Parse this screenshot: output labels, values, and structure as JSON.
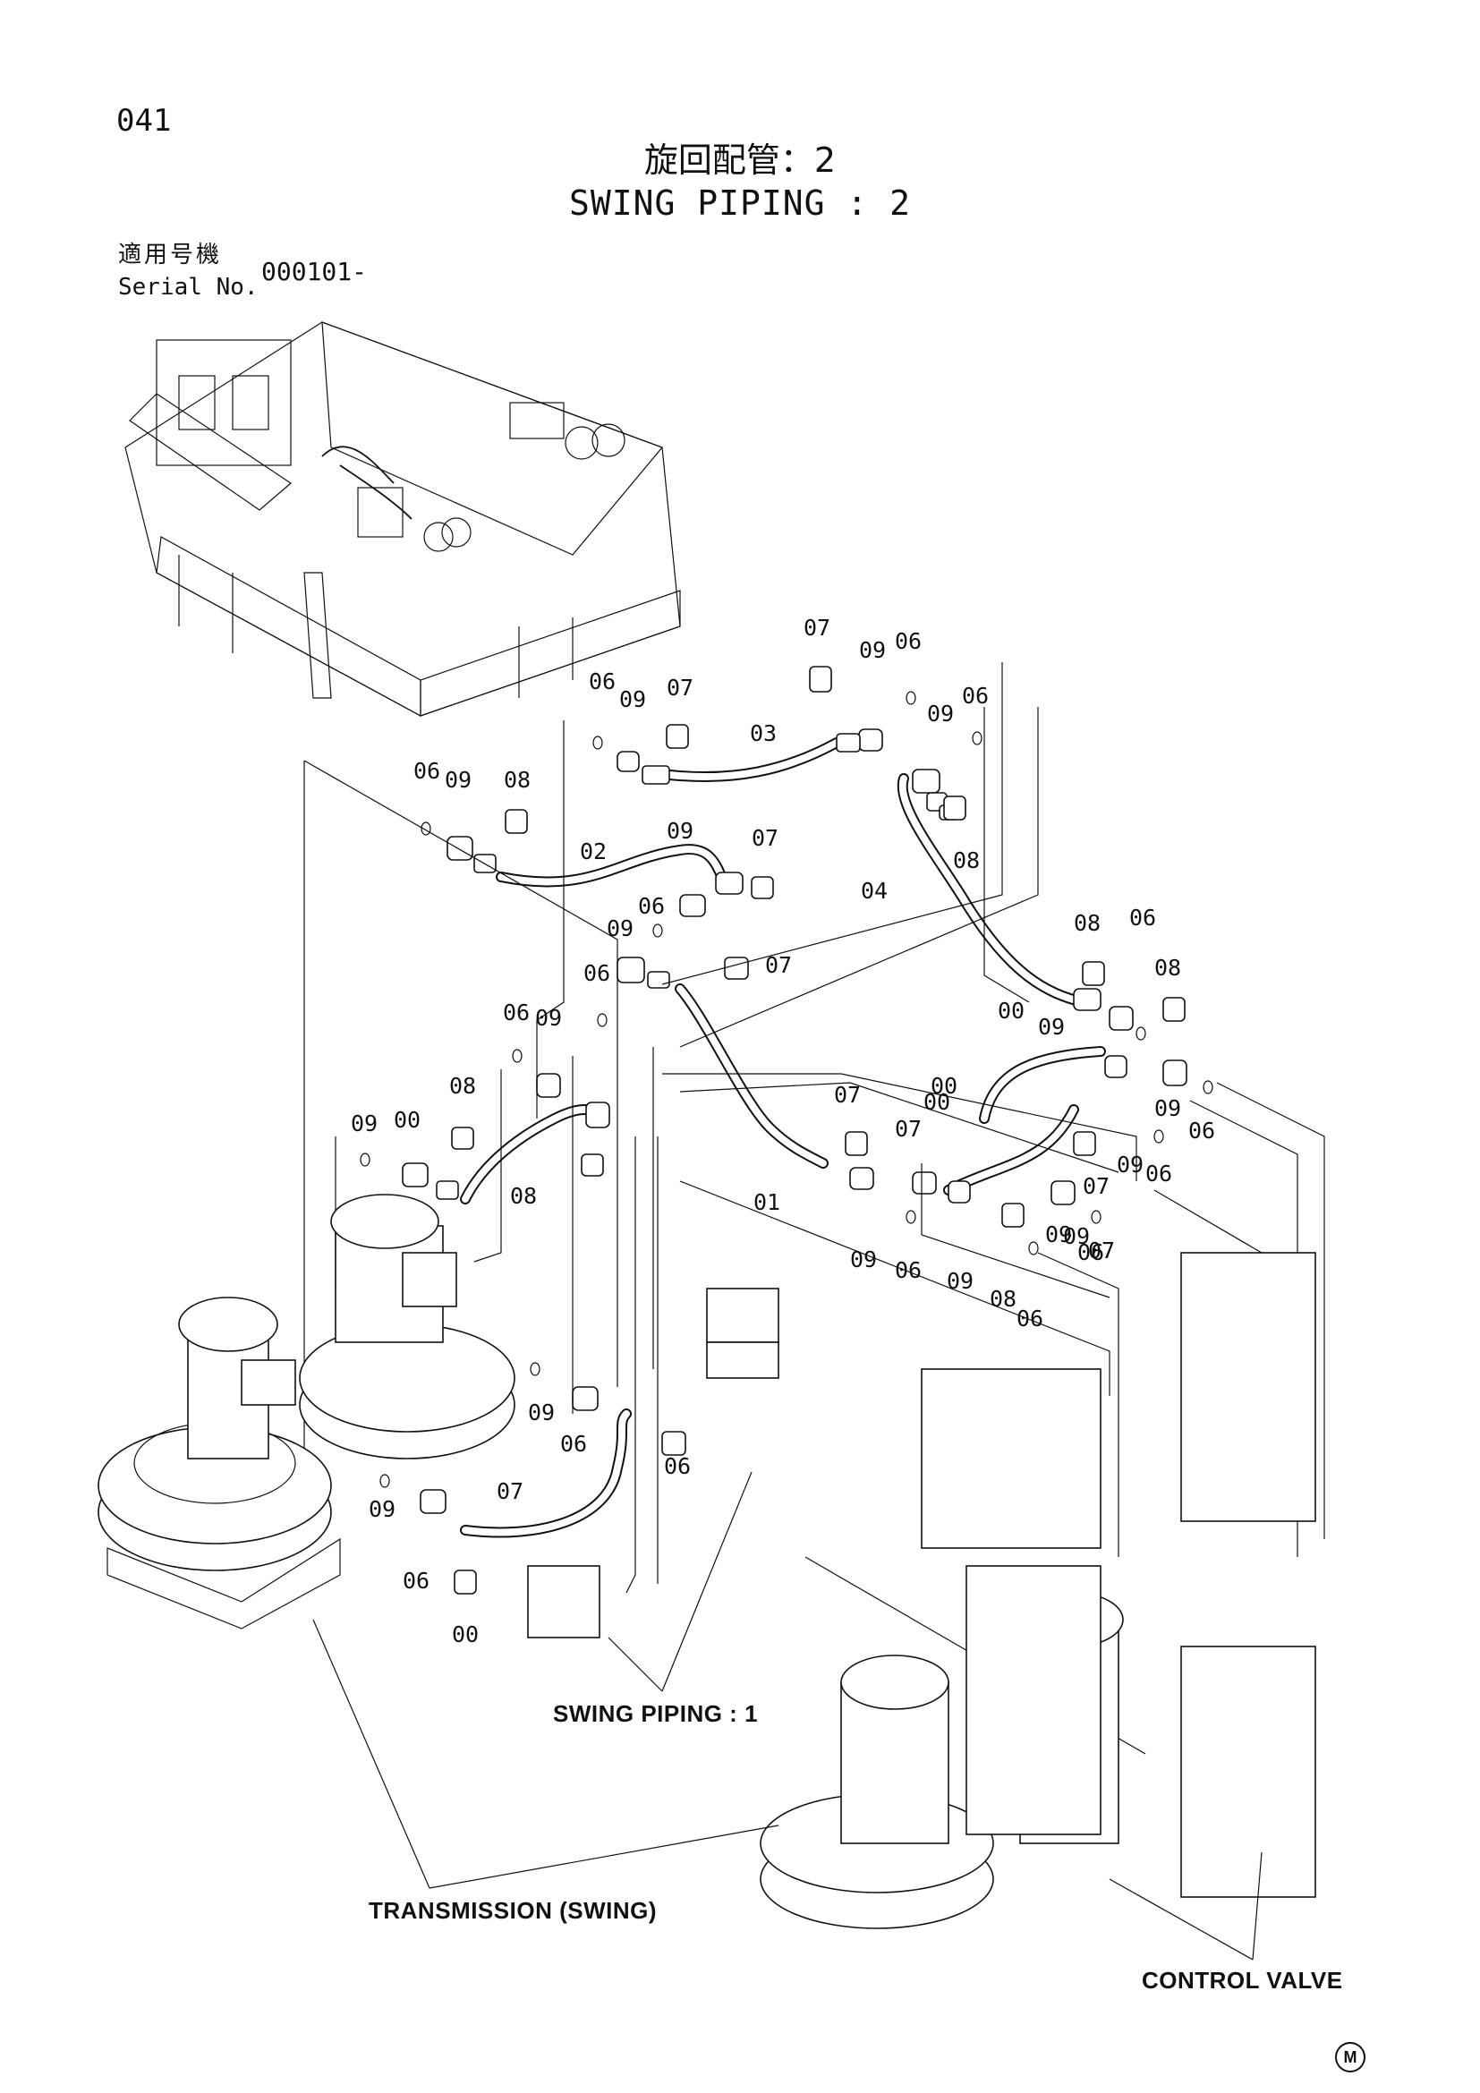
{
  "page_number": "041",
  "title_jp": "旋回配管：2",
  "title_en": "SWING PIPING : 2",
  "serial": {
    "label_jp": "適用号機",
    "label_en": "Serial No.",
    "value": "000101-"
  },
  "group_labels": {
    "swing_piping_1": "SWING PIPING : 1",
    "transmission": "TRANSMISSION (SWING)",
    "control_valve": "CONTROL VALVE"
  },
  "maker_mark": "M",
  "callouts": [
    "07",
    "09",
    "06",
    "06",
    "09",
    "07",
    "03",
    "09",
    "06",
    "06",
    "09",
    "08",
    "08",
    "02",
    "09",
    "07",
    "04",
    "06",
    "09",
    "07",
    "08",
    "06",
    "08",
    "06",
    "09",
    "00",
    "09",
    "06",
    "08",
    "00",
    "07",
    "09",
    "06",
    "09",
    "00",
    "08",
    "07",
    "00",
    "07",
    "09",
    "06",
    "09",
    "07",
    "09",
    "06",
    "01",
    "09",
    "06",
    "09",
    "08",
    "06",
    "09",
    "06",
    "06",
    "09",
    "07",
    "06",
    "00",
    "09",
    "07"
  ]
}
